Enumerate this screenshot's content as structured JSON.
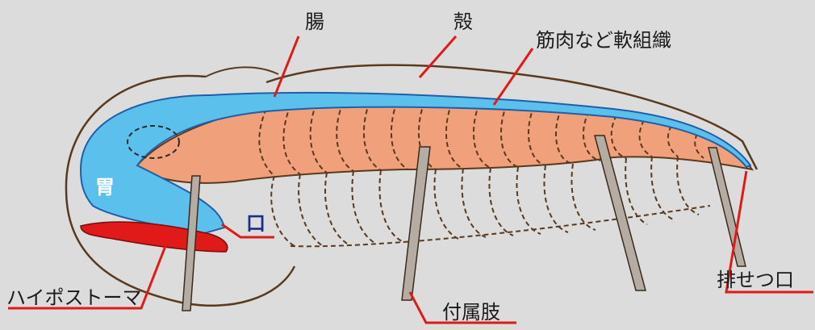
{
  "diagram": {
    "labels": {
      "intestine": "腸",
      "shell": "殻",
      "soft_tissue": "筋肉など軟組織",
      "stomach": "胃",
      "mouth": "口",
      "hypostome": "ハイポストーマ",
      "appendage": "付属肢",
      "anus": "排せつ口"
    },
    "colors": {
      "background": "#dcdcdc",
      "outline": "#5a3a1e",
      "soft_tissue": "#f0a07a",
      "gut": "#5cc0ec",
      "gut_stroke": "#1e5fa8",
      "hypostome": "#e01919",
      "leader": "#e01919",
      "leg": "#b5ada3",
      "leg_stroke": "#3a2a1a",
      "stomach_label": "#ffffff",
      "mouth_label": "#1b2f8a"
    },
    "icons": [
      "trilobite-anatomy-illustration"
    ]
  }
}
